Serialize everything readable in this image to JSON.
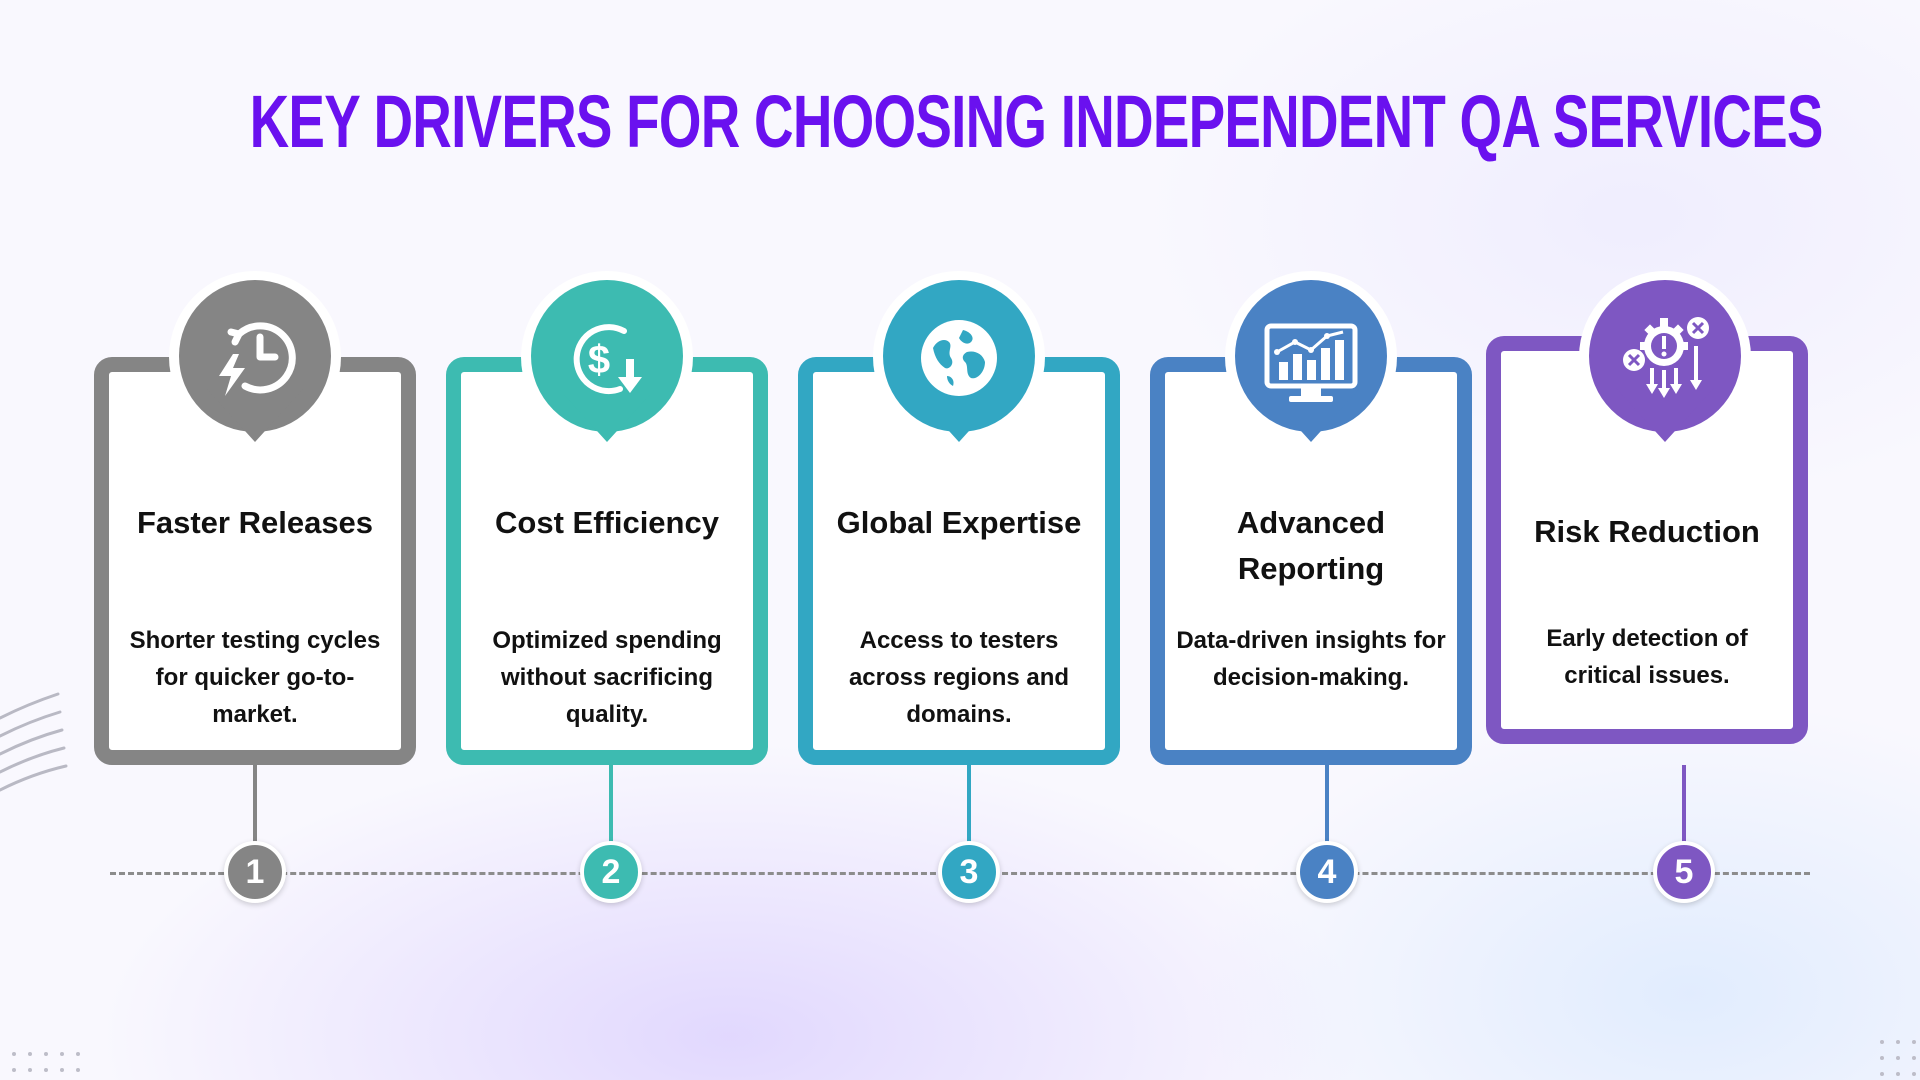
{
  "title": "KEY DRIVERS FOR CHOOSING INDEPENDENT QA SERVICES",
  "steps": [
    {
      "number": "1",
      "title": "Faster Releases",
      "description": "Shorter testing cycles for quicker go-to-market.",
      "color": "#858585",
      "icon": "clock-lightning-icon"
    },
    {
      "number": "2",
      "title": "Cost Efficiency",
      "description": "Optimized spending without sacrificing quality.",
      "color": "#3dbbb1",
      "icon": "dollar-down-icon"
    },
    {
      "number": "3",
      "title": "Global Expertise",
      "description": "Access to testers across regions and domains.",
      "color": "#32a7c3",
      "icon": "globe-icon"
    },
    {
      "number": "4",
      "title": "Advanced Reporting",
      "description": "Data-driven insights for decision-making.",
      "color": "#4a82c4",
      "icon": "analytics-monitor-icon"
    },
    {
      "number": "5",
      "title": "Risk Reduction",
      "description": "Early detection of critical issues.",
      "color": "#7e57c2",
      "icon": "risk-gear-icon"
    }
  ]
}
